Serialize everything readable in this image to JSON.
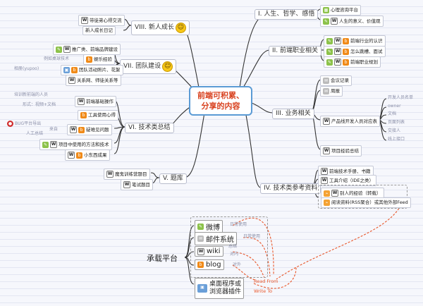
{
  "center": {
    "line1": "前端可积累、",
    "line2": "分享的内容"
  },
  "branches": {
    "b1": {
      "label": "I. 人生、哲学、感悟",
      "items": [
        "心理咨询平台",
        "人生的意义、价值观"
      ]
    },
    "b2": {
      "label": "II. 前端职业相关",
      "items": [
        "前端行业的认识",
        "怎么跳槽、面试",
        "前端职业规划"
      ]
    },
    "b3": {
      "label": "III. 业务相关",
      "items": [
        "会议记录",
        "周报",
        "产品线开发人员对应表",
        "项目经验总结"
      ],
      "sub": [
        "开发人员名单",
        "owner",
        "文档",
        "页面列表",
        "交接人",
        "线上接口"
      ]
    },
    "b4": {
      "label": "IV. 技术类参考资料",
      "items": [
        "前端技术手册、书籍",
        "工具介绍（IDE之类）",
        "别人的经验（转载）",
        "阅读资料(RSS聚合）或其他外部Feed"
      ]
    },
    "b5": {
      "label": "V. 题库",
      "items": [
        "魔鬼训练营题目",
        "笔试题目"
      ]
    },
    "b6": {
      "label": "VI. 技术类总结",
      "items": [
        "前端基础操作",
        "工具使用心得",
        "疑难见问题",
        "项目中使用的方法和技术",
        "小东西成果"
      ],
      "notes": [
        "培训新前端的人员",
        "形式：视频+文档",
        "BUG平台导出",
        "来自",
        "人工总结"
      ]
    },
    "b7": {
      "label": "VII. 团队建设",
      "items": [
        "推广类、前端品牌建设",
        "娱乐经验",
        "团队活动照片、花絮",
        "关系网、师徒关系等"
      ],
      "notes": [
        "例如桌球技术",
        "相册(yupoo)"
      ]
    },
    "b8": {
      "label": "VIII. 新人成长",
      "items": [
        "带徒弟心得交流",
        "新人成长日记"
      ]
    }
  },
  "platform": {
    "label": "承载平台",
    "items": [
      {
        "label": "微博",
        "note": "日常使用"
      },
      {
        "label": "邮件系统",
        "note": "日常使用"
      },
      {
        "label": "wiki",
        "note": "总结"
      },
      {
        "label": "blog",
        "note": "对外"
      },
      {
        "label": "桌面程序或",
        "label2": "浏览器插件"
      }
    ],
    "note_dui_nei": "对内",
    "read_from": "Read From",
    "write_to": "Write To"
  },
  "colors": {
    "accent": "#d8401d",
    "link": "#333",
    "dashed_arrow": "#e8562a"
  },
  "icons": [
    "wiki-icon",
    "blog-icon",
    "rss-icon",
    "smiley-icon",
    "bug-icon",
    "chat-icon",
    "calendar-icon",
    "photo-icon"
  ]
}
